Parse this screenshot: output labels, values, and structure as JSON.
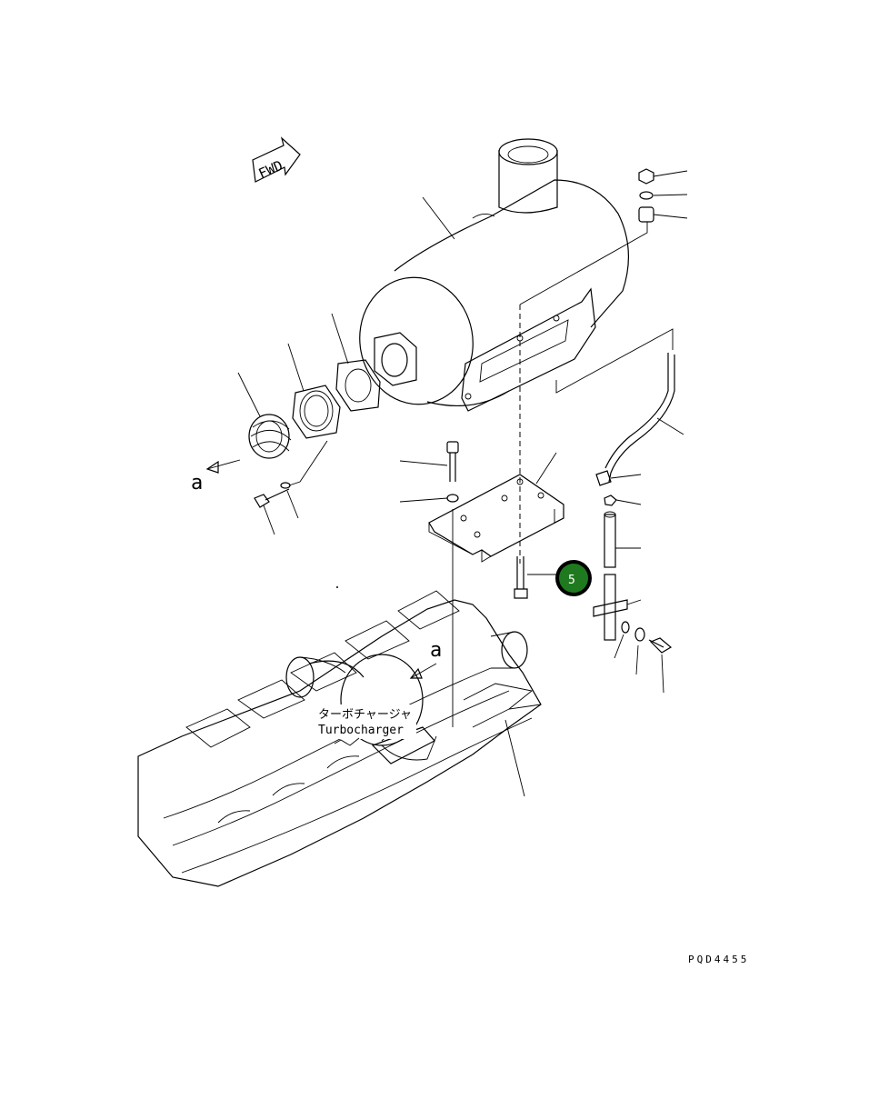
{
  "diagram": {
    "fwd_label": "FWD",
    "view_letter_left": "a",
    "view_letter_engine": "a",
    "turbo_label_jp": "ターボチャージャ",
    "turbo_label_en": "Turbocharger",
    "drawing_number": "PQD4455",
    "callout_number": "5",
    "callout_color": "#1f7a1f"
  }
}
